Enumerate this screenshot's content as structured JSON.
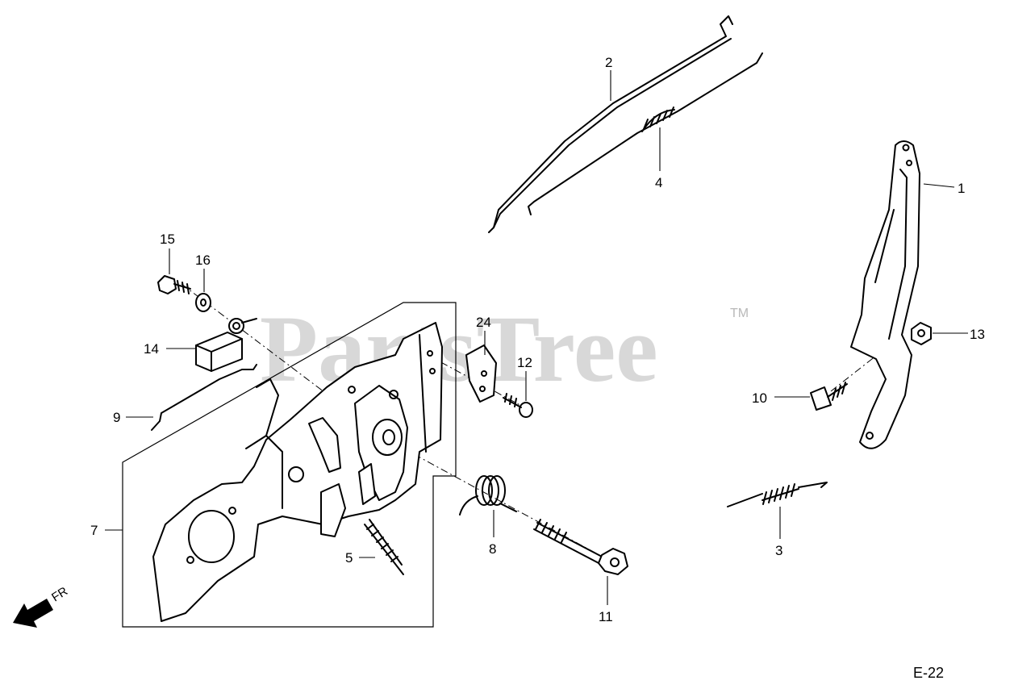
{
  "watermark": {
    "text": "PartsTree",
    "mark": "TM"
  },
  "diagram_ref": "E-22",
  "direction": {
    "label": "FR",
    "icon": "front-arrow-icon"
  },
  "callouts": [
    "1",
    "2",
    "3",
    "4",
    "5",
    "7",
    "8",
    "9",
    "10",
    "11",
    "12",
    "13",
    "14",
    "15",
    "16",
    "24"
  ]
}
